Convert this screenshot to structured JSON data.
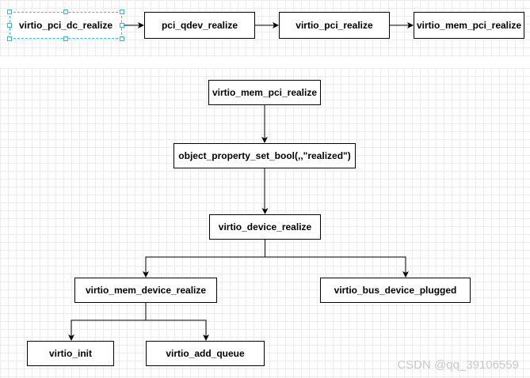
{
  "chain_top": {
    "nodes": [
      {
        "key": "virtio_pci_dc_realize",
        "label": "virtio_pci_dc_realize"
      },
      {
        "key": "pci_qdev_realize",
        "label": "pci_qdev_realize"
      },
      {
        "key": "virtio_pci_realize",
        "label": "virtio_pci_realize"
      },
      {
        "key": "virtio_mem_pci_realize",
        "label": "virtio_mem_pci_realize"
      }
    ],
    "edges": [
      {
        "from": "virtio_pci_dc_realize",
        "to": "pci_qdev_realize"
      },
      {
        "from": "pci_qdev_realize",
        "to": "virtio_pci_realize"
      },
      {
        "from": "virtio_pci_realize",
        "to": "virtio_mem_pci_realize"
      }
    ],
    "selected": "virtio_pci_dc_realize"
  },
  "tree": {
    "nodes": [
      {
        "key": "virtio_mem_pci_realize",
        "label": "virtio_mem_pci_realize"
      },
      {
        "key": "object_property_set_bool",
        "label": "object_property_set_bool(,,\"realized\")"
      },
      {
        "key": "virtio_device_realize",
        "label": "virtio_device_realize"
      },
      {
        "key": "virtio_mem_device_realize",
        "label": "virtio_mem_device_realize"
      },
      {
        "key": "virtio_bus_device_plugged",
        "label": "virtio_bus_device_plugged"
      },
      {
        "key": "virtio_init",
        "label": "virtio_init"
      },
      {
        "key": "virtio_add_queue",
        "label": "virtio_add_queue"
      }
    ],
    "edges": [
      {
        "from": "virtio_mem_pci_realize",
        "to": "object_property_set_bool"
      },
      {
        "from": "object_property_set_bool",
        "to": "virtio_device_realize"
      },
      {
        "from": "virtio_device_realize",
        "to": "virtio_mem_device_realize"
      },
      {
        "from": "virtio_device_realize",
        "to": "virtio_bus_device_plugged"
      },
      {
        "from": "virtio_mem_device_realize",
        "to": "virtio_init"
      },
      {
        "from": "virtio_mem_device_realize",
        "to": "virtio_add_queue"
      }
    ]
  },
  "watermark": "CSDN @qq_39106559",
  "colors": {
    "node_border": "#000000",
    "selection": "#29b6f2",
    "grid": "#ececec",
    "watermark": "#c8c8c8"
  }
}
